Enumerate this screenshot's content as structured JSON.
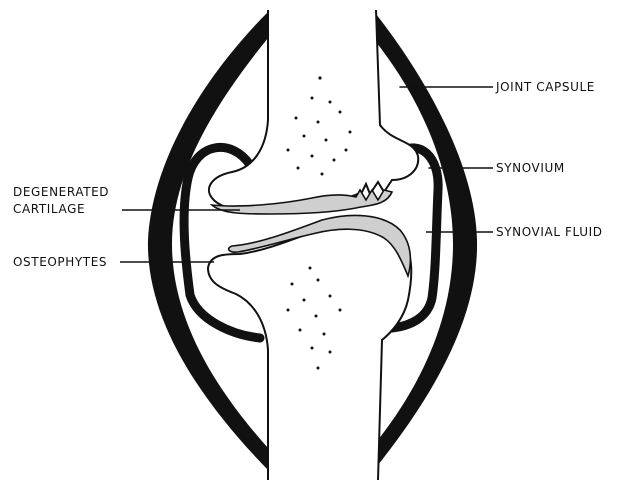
{
  "labels": {
    "joint_capsule": "JOINT CAPSULE",
    "synovium": "SYNOVIUM",
    "synovial_fluid": "SYNOVIAL FLUID",
    "degenerated_cartilage_line1": "DEGENERATED",
    "degenerated_cartilage_line2": "CARTILAGE",
    "osteophytes": "OSTEOPHYTES"
  },
  "colors": {
    "ink": "#111111",
    "background": "#ffffff"
  }
}
